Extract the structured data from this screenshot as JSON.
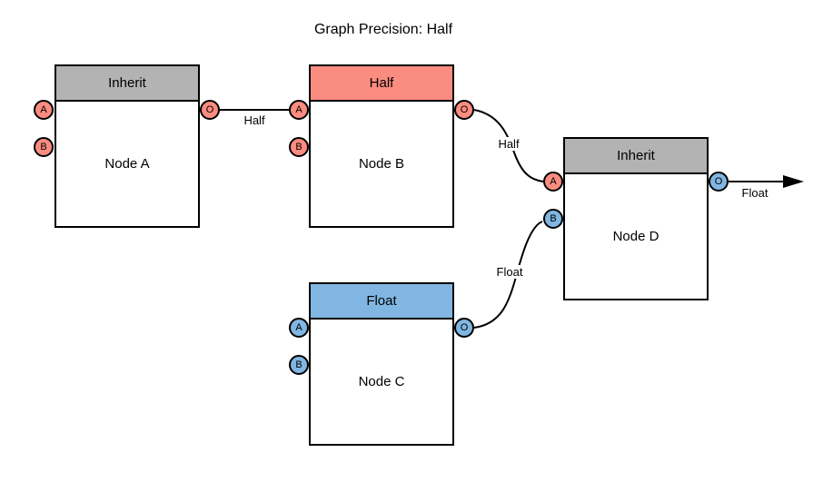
{
  "title": "Graph Precision: Half",
  "colors": {
    "salmon": "#fb8c80",
    "blue": "#80b6e1",
    "gray": "#b3b3b3",
    "stroke": "#000000",
    "background": "#ffffff"
  },
  "nodes": [
    {
      "id": "node-a",
      "header": "Inherit",
      "header_color": "#b3b3b3",
      "label": "Node A",
      "ports": {
        "a": "A",
        "b": "B",
        "o": "O"
      }
    },
    {
      "id": "node-b",
      "header": "Half",
      "header_color": "#fb8c80",
      "label": "Node B",
      "ports": {
        "a": "A",
        "b": "B",
        "o": "O"
      }
    },
    {
      "id": "node-c",
      "header": "Float",
      "header_color": "#80b6e1",
      "label": "Node C",
      "ports": {
        "a": "A",
        "b": "B",
        "o": "O"
      }
    },
    {
      "id": "node-d",
      "header": "Inherit",
      "header_color": "#b3b3b3",
      "label": "Node D",
      "ports": {
        "a": "A",
        "b": "B",
        "o": "O"
      }
    }
  ],
  "edges": [
    {
      "from": "node-a.o",
      "to": "node-b.a",
      "label": "Half"
    },
    {
      "from": "node-b.o",
      "to": "node-d.a",
      "label": "Half"
    },
    {
      "from": "node-c.o",
      "to": "node-d.b",
      "label": "Float"
    },
    {
      "from": "node-d.o",
      "to": "graph-output",
      "label": "Float"
    }
  ]
}
